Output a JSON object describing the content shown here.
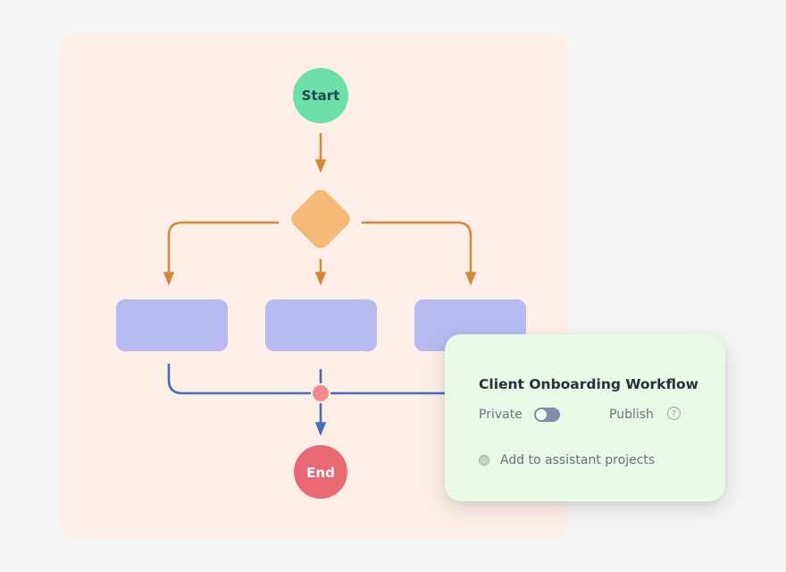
{
  "diagram": {
    "nodes": {
      "start": {
        "label": "Start",
        "shape": "circle",
        "color": "#6fdfa8",
        "text_color": "#1f4a52"
      },
      "decision": {
        "label": "",
        "shape": "diamond",
        "color": "#f4b978"
      },
      "process_1": {
        "label": "",
        "shape": "rounded-rect",
        "color": "#b6baf0"
      },
      "process_2": {
        "label": "",
        "shape": "rounded-rect",
        "color": "#b6baf0"
      },
      "process_3": {
        "label": "",
        "shape": "rounded-rect",
        "color": "#b6baf0"
      },
      "merge": {
        "label": "",
        "shape": "dot",
        "color": "#f48a8a"
      },
      "end": {
        "label": "End",
        "shape": "circle",
        "color": "#e86874",
        "text_color": "#ffffff"
      }
    },
    "edges": [
      {
        "from": "start",
        "to": "decision",
        "color": "#d4883c"
      },
      {
        "from": "decision",
        "to": "process_1",
        "color": "#d4883c"
      },
      {
        "from": "decision",
        "to": "process_2",
        "color": "#d4883c"
      },
      {
        "from": "decision",
        "to": "process_3",
        "color": "#d4883c"
      },
      {
        "from": "process_1",
        "to": "merge",
        "color": "#4a6bb8"
      },
      {
        "from": "process_2",
        "to": "merge",
        "color": "#4a6bb8"
      },
      {
        "from": "process_3",
        "to": "merge",
        "color": "#4a6bb8"
      },
      {
        "from": "merge",
        "to": "end",
        "color": "#4a6bb8"
      }
    ]
  },
  "settings_card": {
    "title": "Client Onboarding Workflow",
    "private_label": "Private",
    "private_toggle_on": false,
    "publish_label": "Publish",
    "help_icon": "?",
    "assistant_option_label": "Add to assistant projects",
    "assistant_option_checked": false
  }
}
